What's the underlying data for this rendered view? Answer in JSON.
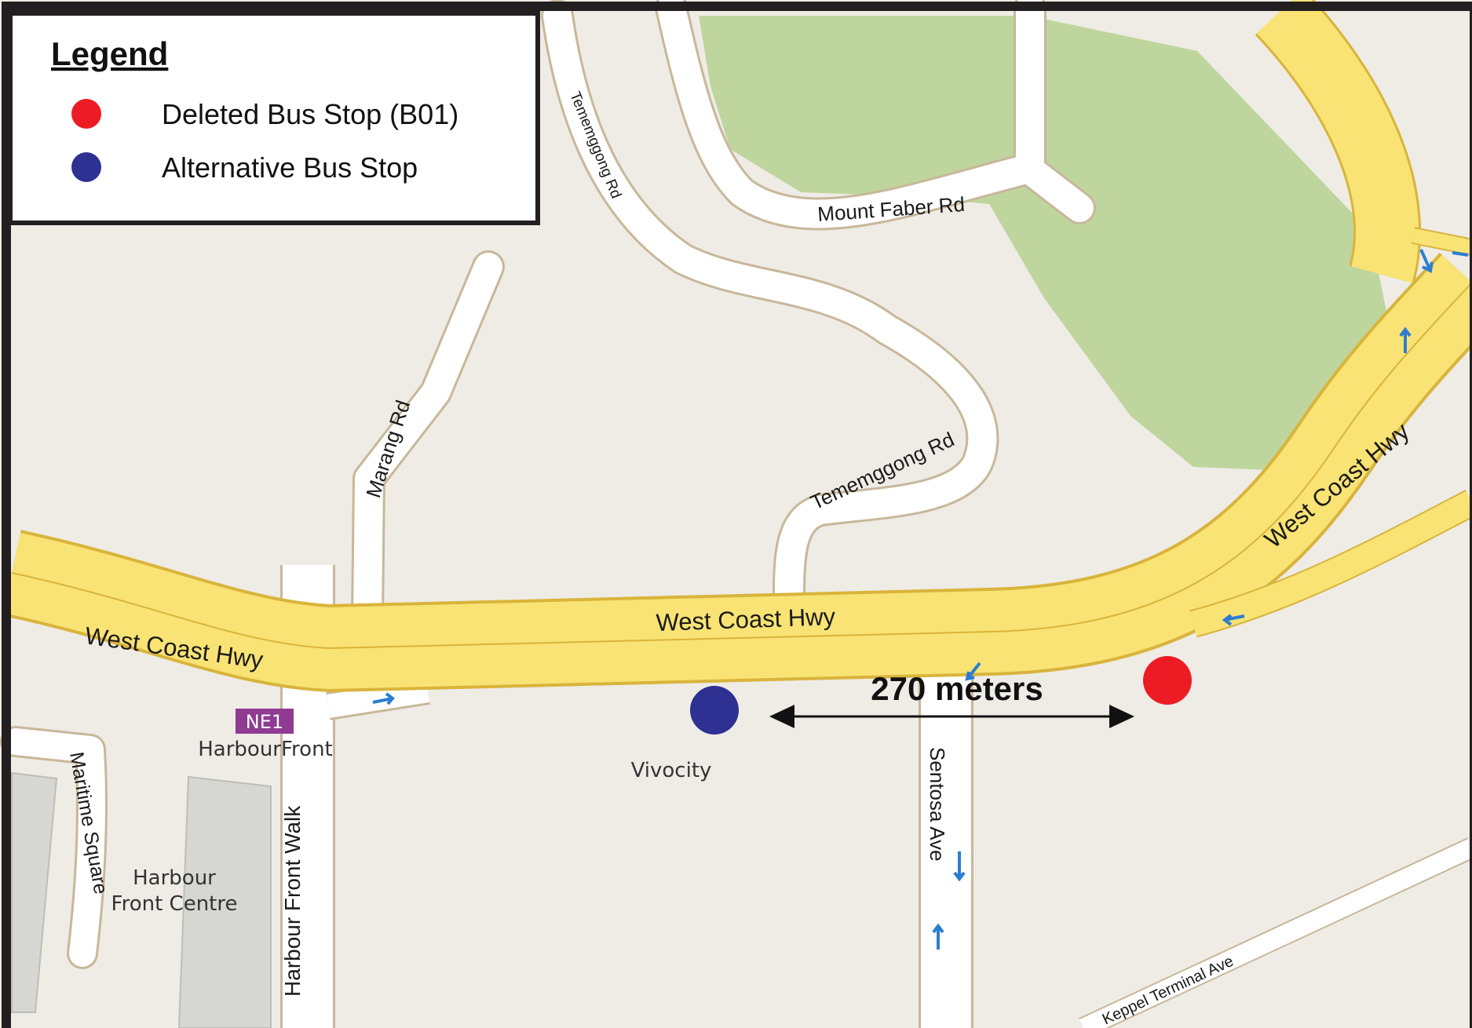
{
  "legend": {
    "title": "Legend",
    "items": [
      {
        "label": "Deleted Bus Stop (B01)",
        "color": "#ed1c24"
      },
      {
        "label": "Alternative Bus Stop",
        "color": "#2e3192"
      }
    ]
  },
  "roads": {
    "west_coast_hwy_left": "West Coast Hwy",
    "west_coast_hwy_center": "West Coast Hwy",
    "west_coast_hwy_right": "West Coast Hwy",
    "mount_faber_rd": "Mount Faber Rd",
    "telok_blangah_rd_top": "Tememggong Rd",
    "telok_blangah_rd_mid": "Tememggong Rd",
    "marang_rd": "Marang Rd",
    "maritime_square": "Maritime Square",
    "harbour_front_walk": "Harbour Front Walk",
    "sentosa_ave": "Sentosa Ave",
    "keppel_terminal_ave": "Keppel Terminal Ave"
  },
  "places": {
    "mrt_code": "NE1",
    "mrt_station": "HarbourFront",
    "vivocity": "Vivocity",
    "harbour_front_centre_line1": "Harbour",
    "harbour_front_centre_line2": "Front Centre"
  },
  "distance": {
    "label": "270 meters"
  },
  "colors": {
    "land": "#efece6",
    "park": "#bfd59e",
    "highway": "#f8e374",
    "highway_edge": "#d9b43b",
    "road_edge": "#c8b79a",
    "mrt_badge": "#8e3b91",
    "arrow": "#2b7dd1",
    "deleted_stop": "#ed1c24",
    "alternative_stop": "#2e3192"
  }
}
